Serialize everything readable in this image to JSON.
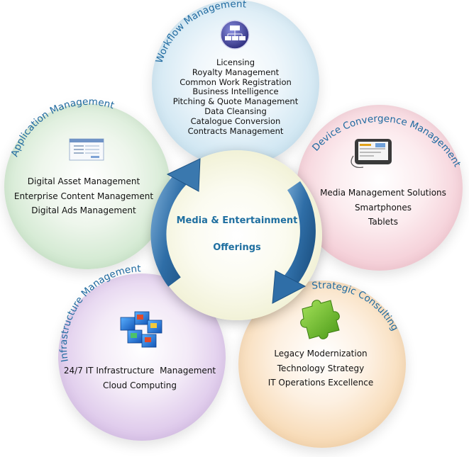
{
  "center": {
    "line1": "Media & Entertainment",
    "line2": "Offerings"
  },
  "segments": {
    "workflow": {
      "title": "Workflow Management",
      "items": [
        "Licensing",
        "Royalty Management",
        "Common Work Registration",
        "Business Intelligence",
        "Pitching & Quote Management",
        "Data Cleansing",
        "Catalogue Conversion",
        "Contracts Management"
      ]
    },
    "device": {
      "title": "Device Convergence Management",
      "items": [
        "Media Management Solutions",
        "Smartphones",
        "Tablets"
      ]
    },
    "strategic": {
      "title": "Strategic Consulting",
      "items": [
        "Legacy Modernization",
        "Technology Strategy",
        "IT Operations Excellence"
      ]
    },
    "infra": {
      "title": "Infrastructure Management",
      "items": [
        "24/7 IT Infrastructure  Management",
        "Cloud Computing"
      ]
    },
    "app": {
      "title": "Application Management",
      "items": [
        "Digital Asset Management",
        "Enterprise Content Management",
        "Digital Ads Management"
      ]
    }
  },
  "icons": {
    "workflow": "workflow-diagram-icon",
    "device": "smartphone-icon",
    "strategic": "puzzle-piece-icon",
    "infra": "server-cubes-icon",
    "app": "application-window-icon"
  },
  "colors": {
    "title": "#1f6aa0",
    "center_text": "#1f6fa0",
    "arrow": "#3a78ae"
  }
}
